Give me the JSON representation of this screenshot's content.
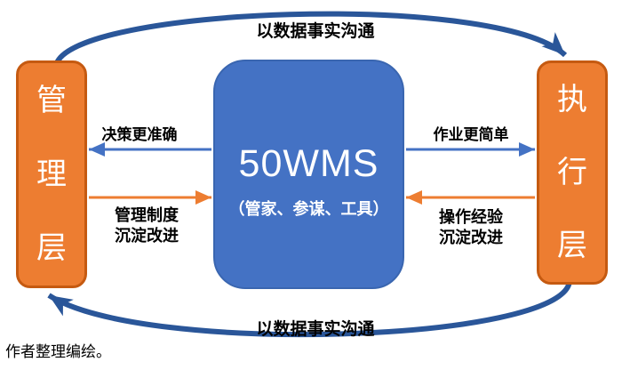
{
  "colors": {
    "orange": "#ED7D31",
    "orange_border": "#C55A11",
    "blue": "#4472C4",
    "dark_blue": "#2A5699"
  },
  "left_box": {
    "label": "管理层",
    "chars": [
      "管",
      "理",
      "层"
    ]
  },
  "right_box": {
    "label": "执行层",
    "chars": [
      "执",
      "行",
      "层"
    ]
  },
  "center_box": {
    "title": "50WMS",
    "subtitle": "（管家、参谋、工具）"
  },
  "labels": {
    "top_arc": "以数据事实沟通",
    "bottom_arc": "以数据事实沟通",
    "decision": "决策更准确",
    "operation": "作业更简单",
    "mgmt_line1": "管理制度",
    "mgmt_line2": "沉淀改进",
    "exp_line1": "操作经验",
    "exp_line2": "沉淀改进"
  },
  "footer": "作者整理编绘。"
}
